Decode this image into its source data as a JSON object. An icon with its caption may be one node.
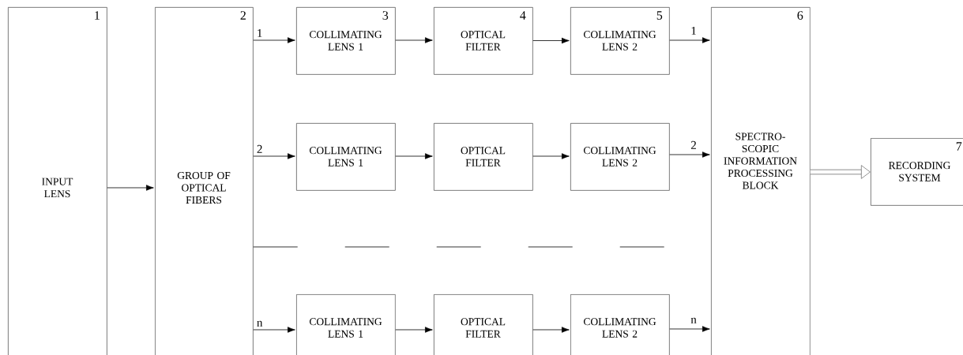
{
  "diagram": {
    "nodes": [
      {
        "text": [
          "1",
          "INPUT LENS"
        ]
      },
      {
        "text": [
          "2",
          "GROUP OF OPTICAL FIBERS"
        ]
      },
      {
        "text": [
          "3",
          "COLLIMATING LENS 1"
        ]
      },
      {
        "text": [
          "4",
          "OPTICAL FILTER"
        ]
      },
      {
        "text": [
          "5",
          "COLLIMATING LENS 2"
        ]
      },
      {
        "text": [
          "COLLIMATING LENS 1"
        ]
      },
      {
        "text": [
          "OPTICAL FILTER"
        ]
      },
      {
        "text": [
          "COLLIMATING LENS 2"
        ]
      },
      {
        "text": [
          "COLLIMATING LENS 1"
        ]
      },
      {
        "text": [
          "OPTICAL FILTER"
        ]
      },
      {
        "text": [
          "COLLIMATING LENS 2"
        ]
      },
      {
        "text": [
          "6",
          "SPECTRO- SCOPIC INFORMATION PROCESSING BLOCK"
        ]
      },
      {
        "text": [
          "7",
          "RECORDING SYSTEM"
        ]
      }
    ],
    "edges": [
      {
        "from": 0,
        "to": 1,
        "arrow": "to"
      },
      {
        "from": 1,
        "to": 2,
        "arrow": "to",
        "label": "1"
      },
      {
        "from": 2,
        "to": 3,
        "arrow": "to"
      },
      {
        "from": 3,
        "to": 4,
        "arrow": "to"
      },
      {
        "from": 4,
        "to": 11,
        "arrow": "to",
        "label": "1"
      },
      {
        "from": 1,
        "to": 5,
        "arrow": "to",
        "label": "2"
      },
      {
        "from": 5,
        "to": 6,
        "arrow": "to"
      },
      {
        "from": 6,
        "to": 7,
        "arrow": "to"
      },
      {
        "from": 7,
        "to": 11,
        "arrow": "to",
        "label": "2"
      },
      {
        "from": 1,
        "to": 11,
        "arrow": "none",
        "style": "dashed"
      },
      {
        "from": 1,
        "to": 8,
        "arrow": "to",
        "label": "n"
      },
      {
        "from": 8,
        "to": 9,
        "arrow": "to"
      },
      {
        "from": 9,
        "to": 10,
        "arrow": "to"
      },
      {
        "from": 10,
        "to": 11,
        "arrow": "to",
        "label": "n"
      },
      {
        "from": 11,
        "to": 12,
        "arrow": "to",
        "style": "thick",
        "color": "#666666"
      }
    ]
  }
}
